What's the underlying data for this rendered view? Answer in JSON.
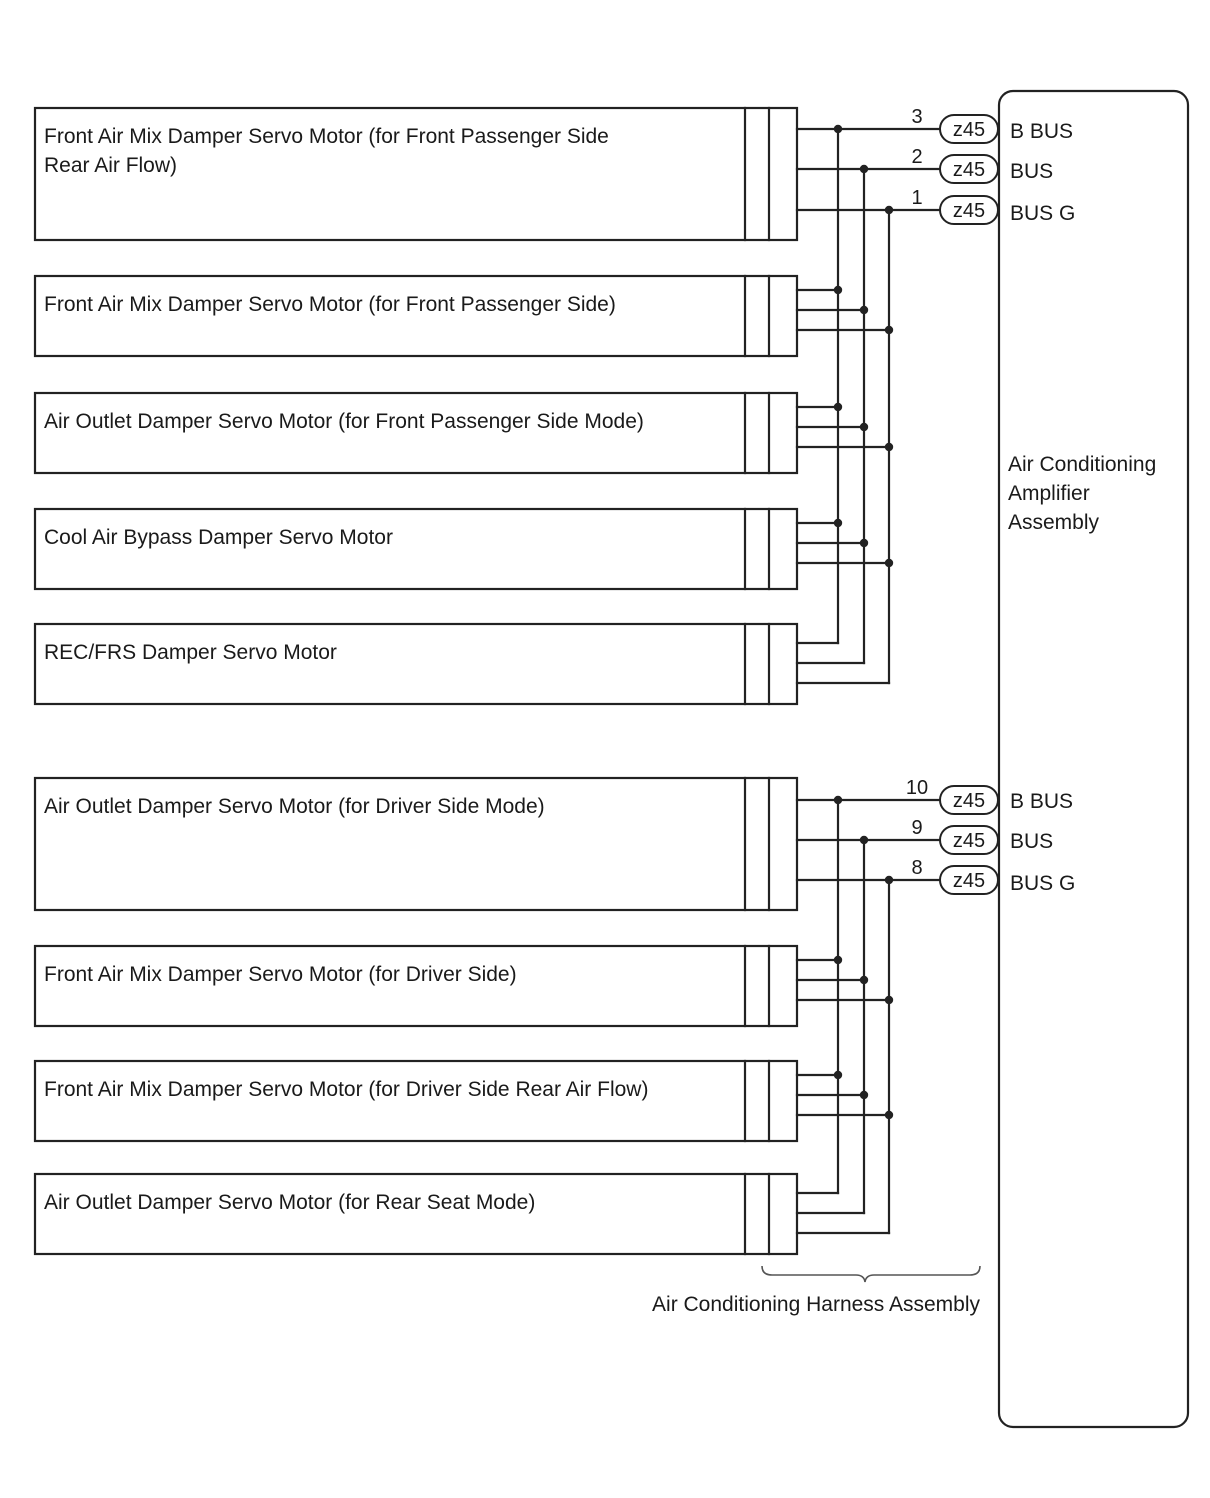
{
  "amplifier": {
    "label_lines": [
      "Air Conditioning",
      "Amplifier",
      "Assembly"
    ]
  },
  "harness": {
    "label": "Air Conditioning Harness Assembly"
  },
  "groups": [
    {
      "pins": [
        {
          "number": "3",
          "connector": "z45",
          "terminal": "B BUS"
        },
        {
          "number": "2",
          "connector": "z45",
          "terminal": "BUS"
        },
        {
          "number": "1",
          "connector": "z45",
          "terminal": "BUS G"
        }
      ],
      "motors": [
        {
          "lines": [
            "Front Air Mix Damper Servo Motor (for Front Passenger Side",
            "Rear Air Flow)"
          ]
        },
        {
          "lines": [
            "Front Air Mix Damper Servo Motor (for Front Passenger Side)"
          ]
        },
        {
          "lines": [
            "Air Outlet Damper Servo Motor (for Front Passenger Side Mode)"
          ]
        },
        {
          "lines": [
            "Cool Air Bypass Damper Servo Motor"
          ]
        },
        {
          "lines": [
            "REC/FRS Damper Servo Motor"
          ]
        }
      ]
    },
    {
      "pins": [
        {
          "number": "10",
          "connector": "z45",
          "terminal": "B BUS"
        },
        {
          "number": "9",
          "connector": "z45",
          "terminal": "BUS"
        },
        {
          "number": "8",
          "connector": "z45",
          "terminal": "BUS G"
        }
      ],
      "motors": [
        {
          "lines": [
            "Air Outlet Damper Servo Motor (for Driver Side Mode)"
          ]
        },
        {
          "lines": [
            "Front Air Mix Damper Servo Motor (for Driver Side)"
          ]
        },
        {
          "lines": [
            "Front Air Mix Damper Servo Motor (for Driver Side Rear Air Flow)"
          ]
        },
        {
          "lines": [
            "Air Outlet Damper Servo Motor (for Rear Seat Mode)"
          ]
        }
      ]
    }
  ]
}
